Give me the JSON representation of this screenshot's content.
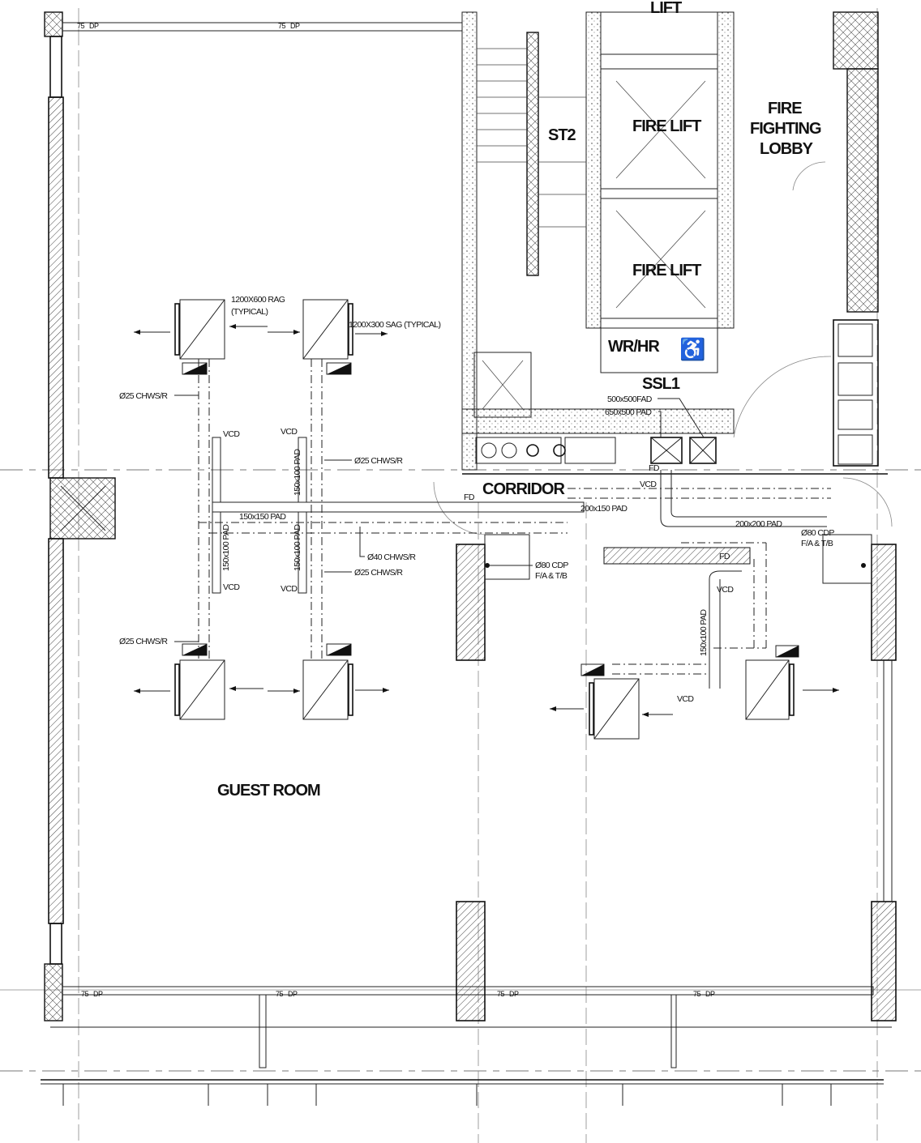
{
  "rooms": {
    "guest_room": "GUEST ROOM",
    "corridor": "CORRIDOR",
    "lift": "LIFT",
    "fire_lift": "FIRE LIFT",
    "stair": "ST2",
    "fire_fighting_lobby": [
      "FIRE",
      "FIGHTING",
      "LOBBY"
    ],
    "wr_hr": "WR/HR",
    "ssl": "SSL1"
  },
  "annotations": {
    "rag": "1200X600 RAG",
    "typical": "(TYPICAL)",
    "sag": "1200X300 SAG (TYPICAL)",
    "chw25": "Ø25 CHWS/R",
    "chw40": "Ø40 CHWS/R",
    "vcd": "VCD",
    "pad_150x100": "150x100 PAD",
    "pad_150x150": "150x150 PAD",
    "pad_200x150": "200x150 PAD",
    "pad_200x200": "200x200 PAD",
    "fad_500x500": "500x500FAD",
    "pad_650x500": "650x500 PAD",
    "fd": "FD",
    "cdp": "Ø80 CDP",
    "cdp_sub": "F/A & T/B",
    "dp_size": "75",
    "dp": "DP"
  },
  "colors": {
    "line": "#111111",
    "hatch": "#444444",
    "grid": "#777777"
  }
}
